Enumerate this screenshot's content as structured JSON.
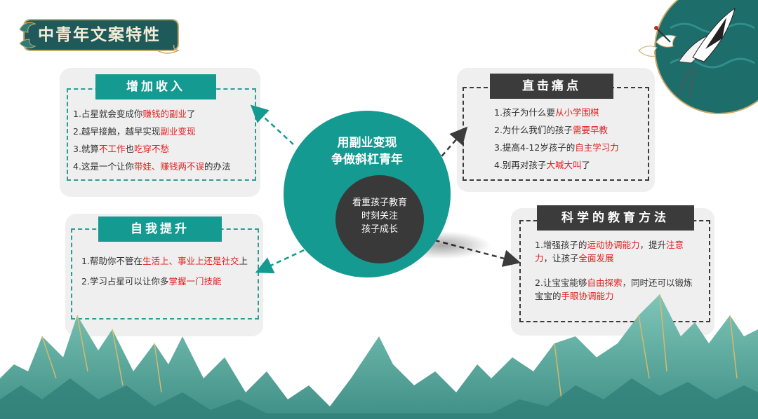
{
  "title": "中青年文案特性",
  "center": {
    "title_line1": "用副业变现",
    "title_line2": "争做斜杠青年",
    "inner_line1": "看重孩子教育",
    "inner_line2": "时刻关注",
    "inner_line3": "孩子成长"
  },
  "card_income": {
    "heading": "增加收入",
    "items": [
      {
        "a": "1.占星就会变成你",
        "b": "赚钱的副业",
        "c": "了",
        "d": "",
        "e": ""
      },
      {
        "a": "2.越早接触，越早实现",
        "b": "副业变现",
        "c": "",
        "d": "",
        "e": ""
      },
      {
        "a": "3.就算",
        "b": "不工作",
        "c": "也",
        "d": "吃穿不愁",
        "e": ""
      },
      {
        "a": "4.这是一个让你",
        "b": "带娃、赚钱两不误",
        "c": "的办法",
        "d": "",
        "e": ""
      }
    ]
  },
  "card_self": {
    "heading": "自我提升",
    "item1_a": "1.帮助你不管在",
    "item1_b": "生活上、事业上还是社交",
    "item1_c": "上",
    "item2_a": "2.学习占星可以让你多",
    "item2_b": "掌握一门技能"
  },
  "card_pain": {
    "heading": "直击痛点",
    "items": [
      {
        "a": "1.孩子为什么要",
        "b": "从小学围棋",
        "c": ""
      },
      {
        "a": "2.为什么我们的孩子",
        "b": "需要早教",
        "c": ""
      },
      {
        "a": "3.提高4-12岁孩子的",
        "b": "自主学习力",
        "c": ""
      },
      {
        "a": "4.别再对孩子",
        "b": "大喊大叫",
        "c": "了"
      }
    ]
  },
  "card_method": {
    "heading": "科学的教育方法",
    "p1_a": "1.增强孩子的",
    "p1_b": "运动协调能力",
    "p1_c": "，提升",
    "p1_d": "注意力",
    "p1_e": "，让孩子",
    "p1_f": "全面发展",
    "p2_a": "2.让宝宝能够",
    "p2_b": "自由探索",
    "p2_c": "，同时还可以锻炼宝宝的",
    "p2_d": "手眼协调能力"
  },
  "colors": {
    "teal": "#149a90",
    "dark": "#3b3b3b",
    "highlight": "#e02020",
    "card_bg": "#efefef",
    "mountain": "#5fb3a7"
  },
  "icons": [
    "crane-icon",
    "cloud-icon",
    "mountains-icon"
  ]
}
